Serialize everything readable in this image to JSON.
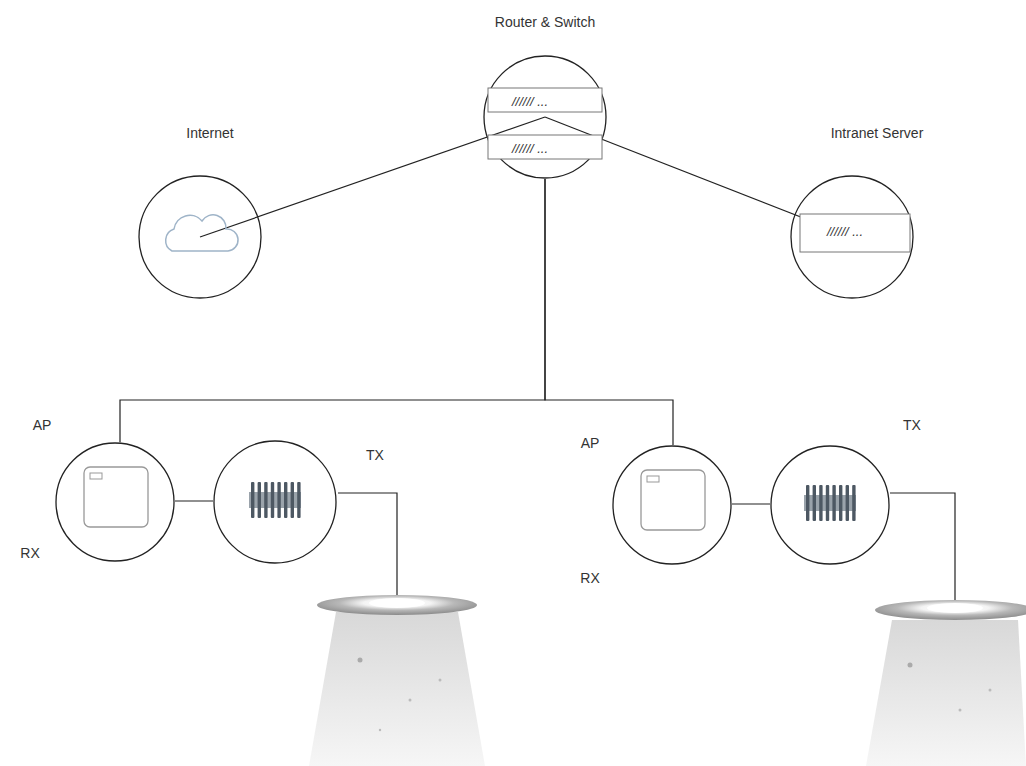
{
  "diagram": {
    "nodes": [
      {
        "text": [
          "Internet"
        ]
      },
      {
        "text": [
          "Router & Switch"
        ]
      },
      {
        "text": [
          "Intranet Server"
        ]
      },
      {
        "text": [
          "AP",
          "RX"
        ]
      },
      {
        "text": [
          "TX"
        ]
      },
      {
        "text": [
          "AP",
          "RX"
        ]
      },
      {
        "text": [
          "TX"
        ]
      }
    ],
    "edges": [
      {
        "from": 1,
        "to": 0,
        "arrow": "none"
      },
      {
        "from": 1,
        "to": 2,
        "arrow": "none"
      },
      {
        "from": 1,
        "to": 3,
        "arrow": "none"
      },
      {
        "from": 1,
        "to": 5,
        "arrow": "none"
      },
      {
        "from": 3,
        "to": 4,
        "arrow": "none"
      },
      {
        "from": 5,
        "to": 6,
        "arrow": "none"
      }
    ],
    "labels": [
      "////// ...",
      "////// ...",
      "////// ..."
    ]
  }
}
